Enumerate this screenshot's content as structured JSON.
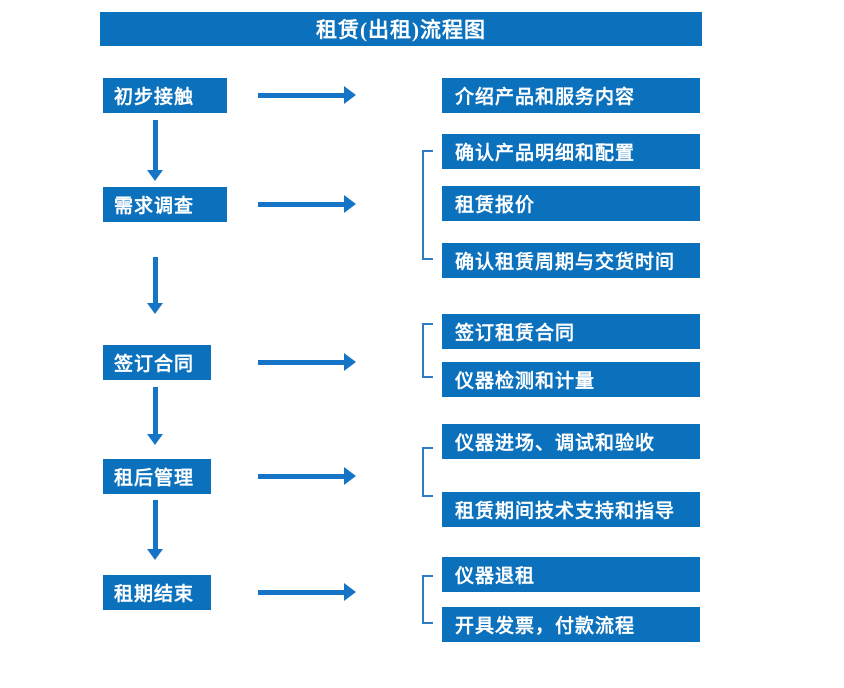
{
  "title": "租赁(出租)流程图",
  "colors": {
    "box_blue": "#0c71bd",
    "arrow_blue": "#1574c5",
    "bracket_blue": "#2e7bc4",
    "text_white": "#ffffff"
  },
  "steps": [
    {
      "label": "初步接触",
      "outputs": [
        "介绍产品和服务内容"
      ]
    },
    {
      "label": "需求调查",
      "outputs": [
        "确认产品明细和配置",
        "租赁报价",
        "确认租赁周期与交货时间"
      ]
    },
    {
      "label": "签订合同",
      "outputs": [
        "签订租赁合同",
        "仪器检测和计量"
      ]
    },
    {
      "label": "租后管理",
      "outputs": [
        "仪器进场、调试和验收",
        "租赁期间技术支持和指导"
      ]
    },
    {
      "label": "租期结束",
      "outputs": [
        "仪器退租",
        "开具发票，付款流程"
      ]
    }
  ]
}
